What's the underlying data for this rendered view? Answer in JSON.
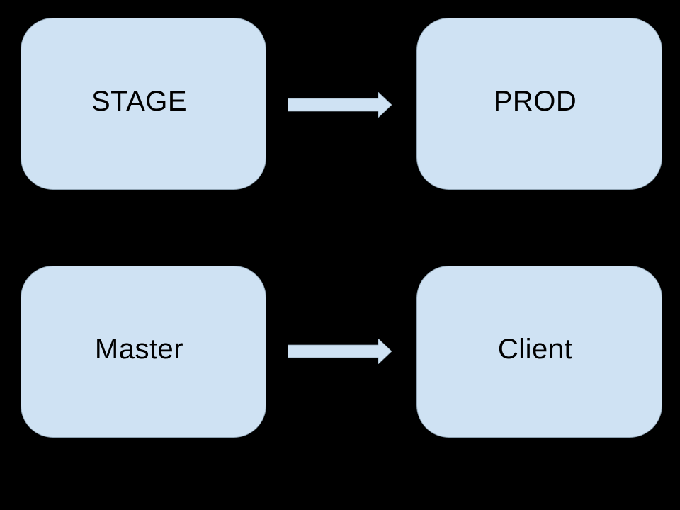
{
  "colors": {
    "background": "#000000",
    "node_fill": "#cfe2f3",
    "node_edge": "#8fa3b3",
    "node_text": "#000000",
    "arrow_fill": "#cfe2f3"
  },
  "diagram": {
    "type": "flow",
    "nodes": [
      {
        "id": "stage",
        "label": "STAGE",
        "row": 0,
        "col": 0
      },
      {
        "id": "prod",
        "label": "PROD",
        "row": 0,
        "col": 1
      },
      {
        "id": "master",
        "label": "Master",
        "row": 1,
        "col": 0
      },
      {
        "id": "client",
        "label": "Client",
        "row": 1,
        "col": 1
      }
    ],
    "edges": [
      {
        "from": "stage",
        "to": "prod",
        "style": "block-arrow-right"
      },
      {
        "from": "master",
        "to": "client",
        "style": "block-arrow-right"
      }
    ]
  }
}
